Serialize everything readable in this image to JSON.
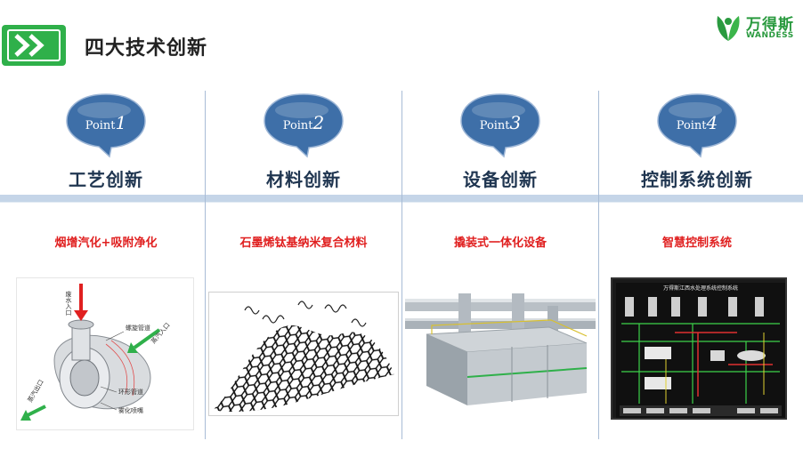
{
  "header": {
    "title": "四大技术创新",
    "logo_cn": "万得斯",
    "logo_en": "WANDESS",
    "badge_icon": "double-chevron-right-icon"
  },
  "colors": {
    "accent_green": "#2fb04a",
    "bubble_blue": "#3e6fa8",
    "highlight_red": "#e02020",
    "heading_dark": "#1f3550",
    "band_blue": "#c5d5e8"
  },
  "columns": [
    {
      "point_label": "Point",
      "point_number": "1",
      "heading": "工艺创新",
      "subtitle": "烟增汽化+吸附净化"
    },
    {
      "point_label": "Point",
      "point_number": "2",
      "heading": "材料创新",
      "subtitle": "石墨烯钛基纳米复合材料"
    },
    {
      "point_label": "Point",
      "point_number": "3",
      "heading": "设备创新",
      "subtitle": "撬装式一体化设备"
    },
    {
      "point_label": "Point",
      "point_number": "4",
      "heading": "控制系统创新",
      "subtitle": "智慧控制系统"
    }
  ],
  "diagram1": {
    "label_inlet": "废水入口",
    "label_spiral": "螺旋管道",
    "label_steam_in": "蒸汽入口",
    "label_steam_out": "蒸汽出口",
    "label_ring": "环形管道",
    "label_nozzle": "雾化喷嘴"
  },
  "screen4": {
    "title": "万得斯江西水处理系统控制系统"
  }
}
